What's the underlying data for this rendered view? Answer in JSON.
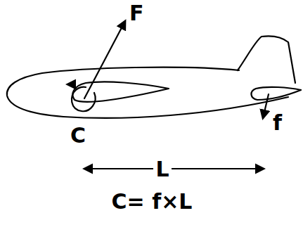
{
  "diagram": {
    "labels": [
      "F",
      "C",
      "f",
      "L",
      "C= f×L"
    ]
  }
}
